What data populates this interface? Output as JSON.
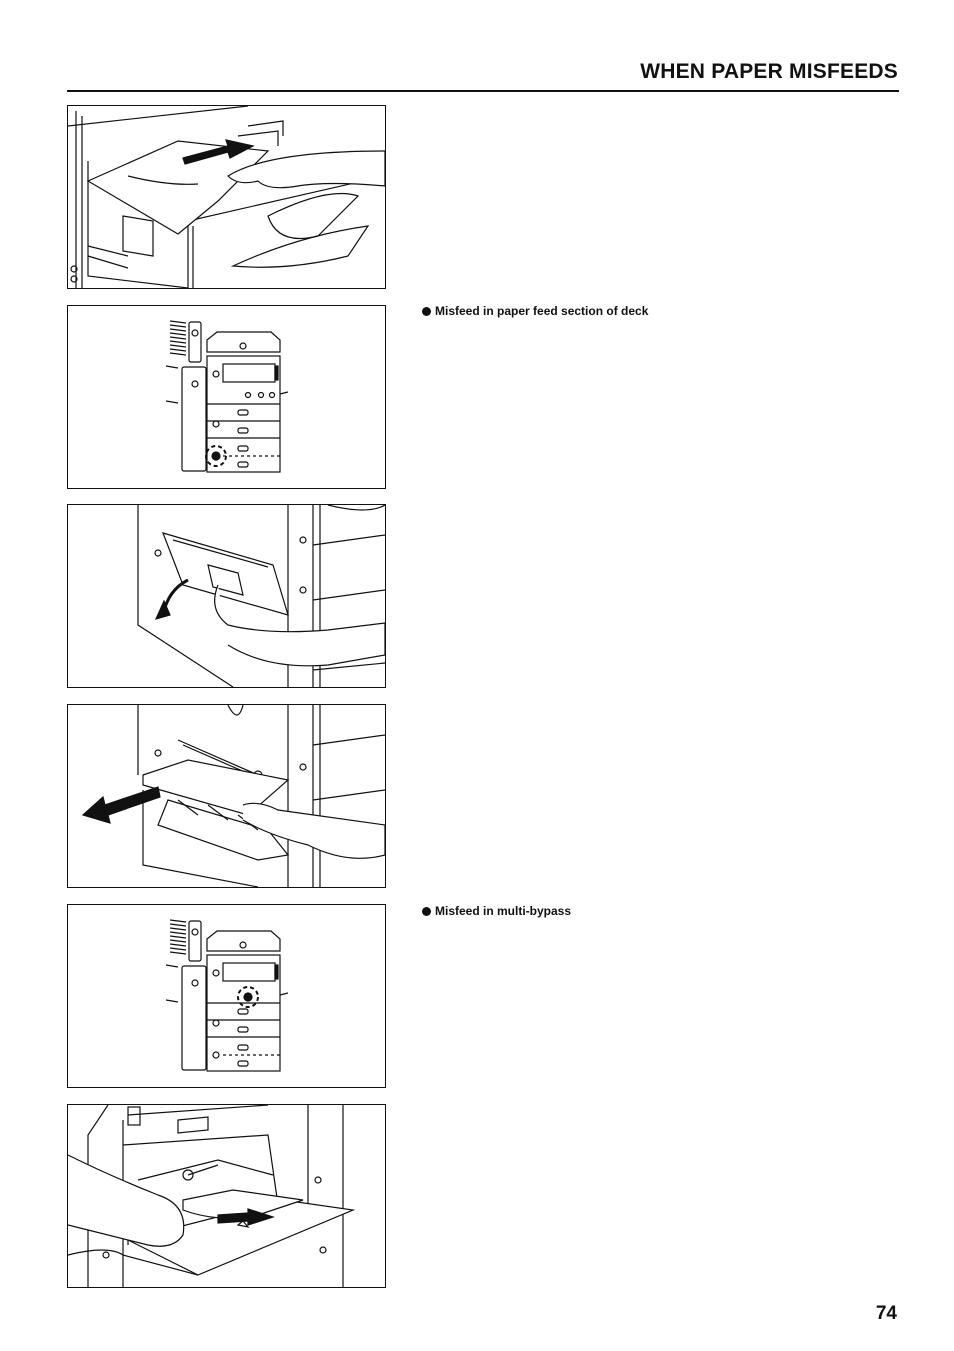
{
  "header": {
    "title": "WHEN PAPER MISFEEDS"
  },
  "sections": [
    {
      "label": "Misfeed in paper feed section of deck"
    },
    {
      "label": "Misfeed in multi-bypass"
    }
  ],
  "page_number": "74"
}
